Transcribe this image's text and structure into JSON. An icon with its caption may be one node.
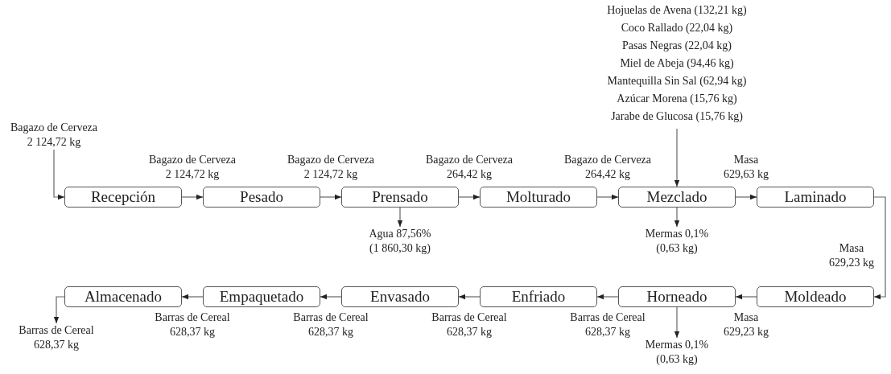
{
  "diagram": {
    "nodes": [
      {
        "text": [
          "Bagazo de Cerveza 2 124,72 kg"
        ]
      },
      {
        "text": [
          "Recepción"
        ]
      },
      {
        "text": [
          "Pesado"
        ]
      },
      {
        "text": [
          "Prensado"
        ]
      },
      {
        "text": [
          "Agua 87,56% (1 860,30 kg)"
        ]
      },
      {
        "text": [
          "Molturado"
        ]
      },
      {
        "text": [
          "Hojuelas de Avena (132,21 kg)",
          "Coco Rallado (22,04 kg)",
          "Pasas Negras (22,04 kg)",
          "Miel de Abeja (94,46 kg)",
          "Mantequilla Sin Sal (62,94 kg)",
          "Azúcar Morena (15,76 kg)",
          "Jarabe de Glucosa (15,76 kg)"
        ]
      },
      {
        "text": [
          "Mezclado"
        ]
      },
      {
        "text": [
          "Mermas 0,1% (0,63 kg)"
        ]
      },
      {
        "text": [
          "Laminado"
        ]
      },
      {
        "text": [
          "Moldeado"
        ]
      },
      {
        "text": [
          "Horneado"
        ]
      },
      {
        "text": [
          "Mermas 0,1% (0,63 kg)"
        ]
      },
      {
        "text": [
          "Enfriado"
        ]
      },
      {
        "text": [
          "Envasado"
        ]
      },
      {
        "text": [
          "Empaquetado"
        ]
      },
      {
        "text": [
          "Almacenado"
        ]
      },
      {
        "text": [
          "Barras de Cereal 628,37 kg"
        ]
      }
    ],
    "edges": [
      {
        "from": 0,
        "to": 1,
        "arrow": "to"
      },
      {
        "from": 1,
        "to": 2,
        "arrow": "to",
        "label": "Bagazo de Cerveza 2 124,72 kg"
      },
      {
        "from": 2,
        "to": 3,
        "arrow": "to",
        "label": "Bagazo de Cerveza 2 124,72 kg"
      },
      {
        "from": 3,
        "to": 4,
        "arrow": "to"
      },
      {
        "from": 3,
        "to": 5,
        "arrow": "to",
        "label": "Bagazo de Cerveza 264,42 kg"
      },
      {
        "from": 5,
        "to": 7,
        "arrow": "to",
        "label": "Bagazo de Cerveza 264,42 kg"
      },
      {
        "from": 6,
        "to": 7,
        "arrow": "to"
      },
      {
        "from": 7,
        "to": 8,
        "arrow": "to"
      },
      {
        "from": 7,
        "to": 9,
        "arrow": "to",
        "label": "Masa 629,63 kg"
      },
      {
        "from": 9,
        "to": 10,
        "arrow": "to",
        "label": "Masa 629,23 kg"
      },
      {
        "from": 10,
        "to": 11,
        "arrow": "to",
        "label": "Masa 629,23 kg"
      },
      {
        "from": 11,
        "to": 12,
        "arrow": "to"
      },
      {
        "from": 11,
        "to": 13,
        "arrow": "to",
        "label": "Barras de Cereal 628,37 kg"
      },
      {
        "from": 13,
        "to": 14,
        "arrow": "to",
        "label": "Barras de Cereal 628,37 kg"
      },
      {
        "from": 14,
        "to": 15,
        "arrow": "to",
        "label": "Barras de Cereal 628,37 kg"
      },
      {
        "from": 15,
        "to": 16,
        "arrow": "to",
        "label": "Barras de Cereal 628,37 kg"
      },
      {
        "from": 16,
        "to": 17,
        "arrow": "to"
      }
    ]
  }
}
